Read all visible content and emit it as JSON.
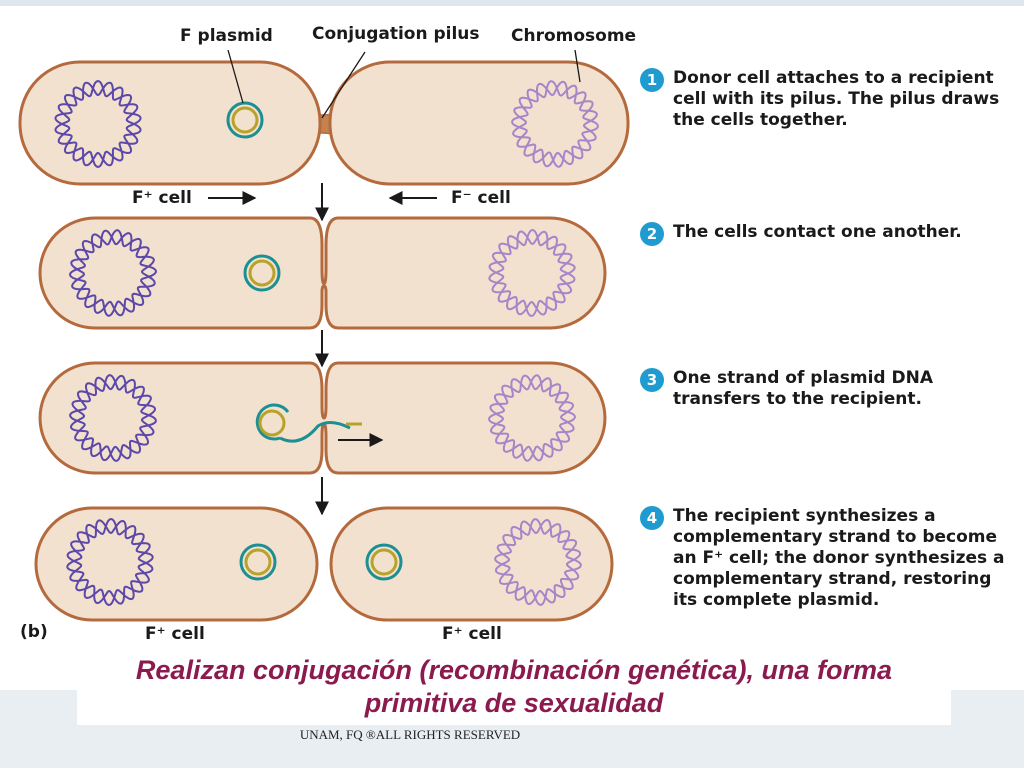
{
  "labels": {
    "f_plasmid": "F plasmid",
    "conjugation_pilus": "Conjugation pilus",
    "chromosome": "Chromosome",
    "f_plus_cell": "F⁺ cell",
    "f_minus_cell": "F⁻ cell",
    "panel": "(b)"
  },
  "steps": [
    {
      "num": "1",
      "text": "Donor cell attaches to a recipient cell with its pilus. The pilus draws the cells together."
    },
    {
      "num": "2",
      "text": "The cells contact one another."
    },
    {
      "num": "3",
      "text": "One strand of plasmid DNA transfers to the recipient."
    },
    {
      "num": "4",
      "text": "The recipient synthesizes a complementary strand to become an F⁺ cell; the donor synthesizes a complementary strand, restoring its complete plasmid."
    }
  ],
  "caption": "Realizan conjugación (recombinación genética), una forma primitiva de sexualidad",
  "footer": "UNAM, FQ ®ALL RIGHTS RESERVED",
  "colors": {
    "cell_fill": "#f3e1d0",
    "cell_outline": "#b46a3c",
    "pilus": "#c4824f",
    "donor_chromosome": "#5b48a8",
    "recipient_chromosome": "#a884c8",
    "plasmid_outer": "#1b8f91",
    "plasmid_inner": "#b8a32a",
    "step_badge": "#1f9bd0",
    "caption": "#8b1a4f"
  }
}
